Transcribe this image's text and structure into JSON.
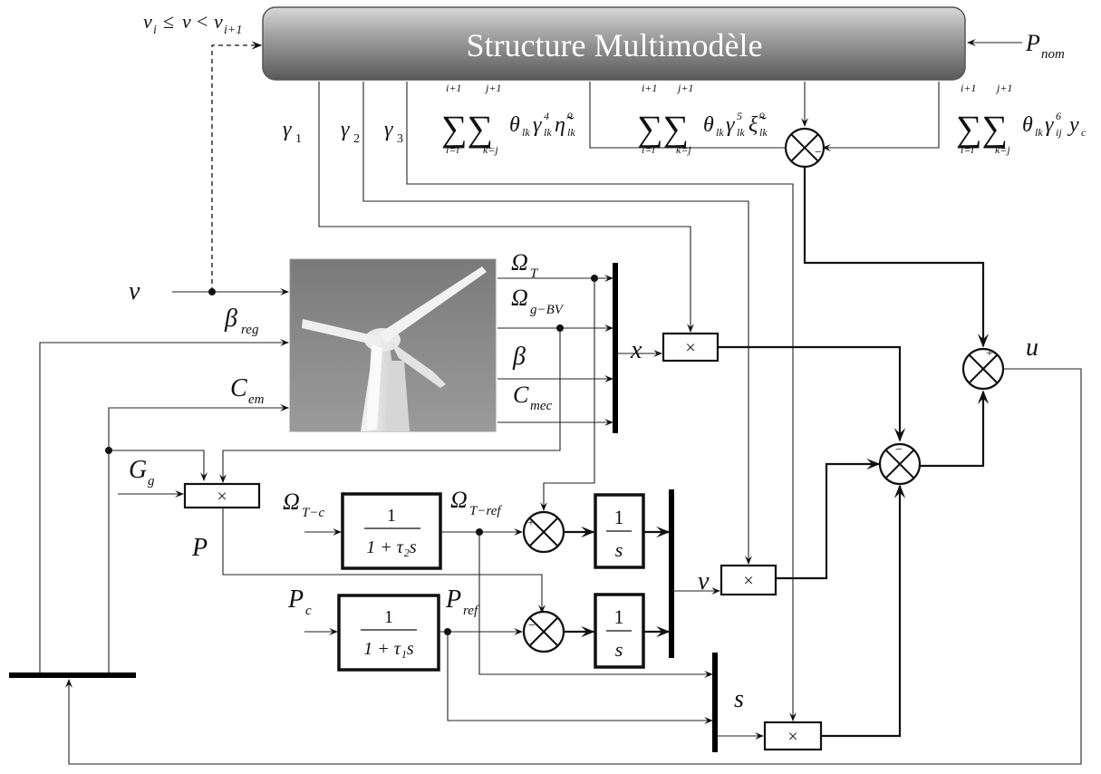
{
  "header": {
    "title": "Structure Multimodèle",
    "condition": "v_i ≤ v < v_{i+1}",
    "p_nom": "P_nom"
  },
  "sums": {
    "sum1": "∑∑ θ_lk γ⁴_lk η̃ᵒ_lk  (l=i…i+1, k=j…j+1)",
    "sum2": "∑∑ θ_lk γ⁵_lk ξ̃ᵒ_lk  (l=i…i+1, k=j…j+1)",
    "sum3": "∑∑ θ_lk γ⁶_ij y_c  (l=i…i+1, k=j…j+1)"
  },
  "signals": {
    "gamma1": "γ1",
    "gamma2": "γ2",
    "gamma3": "γ3",
    "v_in": "v",
    "beta_reg": "β_reg",
    "c_em": "C_em",
    "g_g": "G_g",
    "p": "P",
    "omega_t": "Ω_T",
    "omega_gbv": "Ω_g−BV",
    "beta": "β",
    "c_mec": "C_mec",
    "x": "x",
    "omega_tc": "Ω_T−c",
    "omega_tref": "Ω_T−ref",
    "p_c": "P_c",
    "p_ref": "P_ref",
    "v_bus": "v",
    "s_bus": "s",
    "u": "u"
  },
  "blocks": {
    "mult": "×",
    "tf1_num": "1",
    "tf1_den": "1 + τ₂s",
    "tf2_num": "1",
    "tf2_den": "1 + τ₁s",
    "int_num": "1",
    "int_den": "s"
  },
  "sum_signs": {
    "plus": "+",
    "minus": "−"
  },
  "turbine": {
    "label": "wind turbine photo"
  }
}
